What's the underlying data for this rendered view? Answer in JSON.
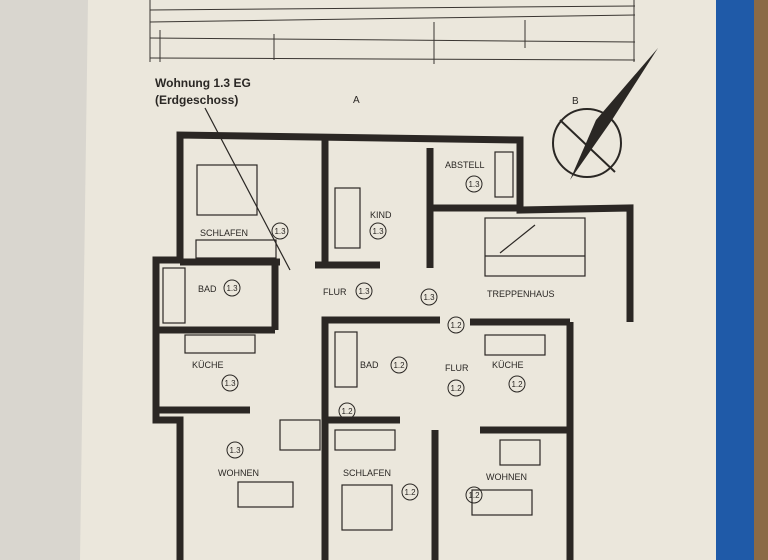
{
  "title": "Wohnung 1.3 EG",
  "subtitle": "(Erdgeschoss)",
  "section_a": "A",
  "section_b": "B",
  "rooms": {
    "schlafen13": {
      "name": "SCHLAFEN",
      "unit": "1.3"
    },
    "kind13": {
      "name": "KIND",
      "unit": "1.3"
    },
    "abstell13": {
      "name": "ABSTELL",
      "unit": "1.3"
    },
    "bad13": {
      "name": "BAD",
      "unit": "1.3"
    },
    "flur13": {
      "name": "FLUR",
      "unit": "1.3"
    },
    "door13": {
      "unit": "1.3"
    },
    "treppenhaus": {
      "name": "TREPPENHAUS"
    },
    "door12": {
      "unit": "1.2"
    },
    "kueche13": {
      "name": "KÜCHE",
      "unit": "1.3"
    },
    "bad12": {
      "name": "BAD",
      "unit": "1.2"
    },
    "flur12": {
      "name": "FLUR",
      "unit": "1.2"
    },
    "kueche12": {
      "name": "KÜCHE",
      "unit": "1.2"
    },
    "hall12": {
      "unit": "1.2"
    },
    "wohnen13": {
      "name": "WOHNEN",
      "unit": "1.3"
    },
    "schlafen12": {
      "name": "SCHLAFEN",
      "unit": "1.2"
    },
    "wohnen12": {
      "name": "WOHNEN",
      "unit": "1.2"
    }
  },
  "colors": {
    "paper": "#ebe7dc",
    "wall": "#2b2724",
    "binder": "#1f5aa8"
  }
}
